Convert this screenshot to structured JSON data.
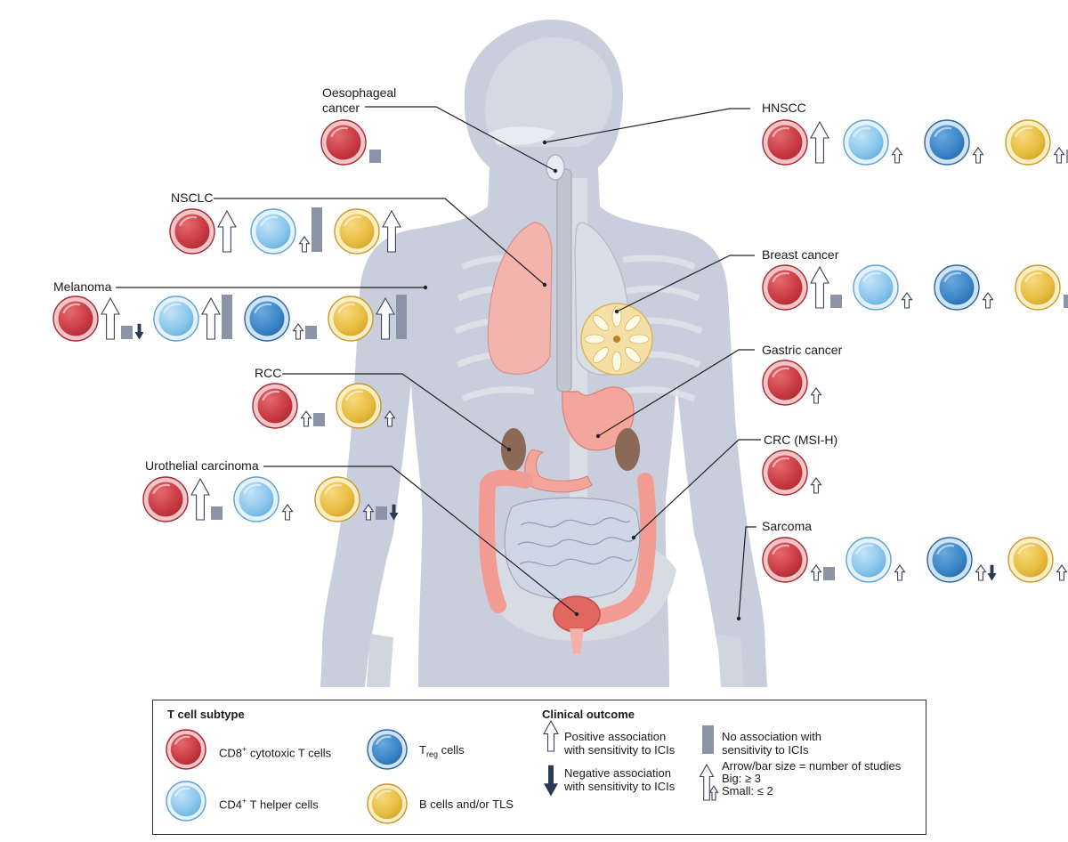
{
  "colors": {
    "cd8": "#d0424a",
    "cd4": "#8fcbef",
    "treg": "#3f8ccf",
    "bcell": "#eec44c",
    "body": "#c7cdd9",
    "skeleton": "#dde1e9",
    "lung_right": "#f4b2ad",
    "lung_left": "#d9dde5",
    "organ_pink": "#f3a49b",
    "kidney": "#8a6a57",
    "bar": "#8b93a6",
    "down_arrow": "#2d3a55"
  },
  "cell_types": {
    "cd8": "cd8",
    "cd4": "cd4",
    "treg": "treg",
    "bcell": "bcell"
  },
  "cancers": [
    {
      "id": "oesophageal",
      "label_lines": [
        "Oesophageal",
        "cancer"
      ],
      "cells": [
        {
          "type": "cd8",
          "markers": [
            "bar-small"
          ]
        }
      ]
    },
    {
      "id": "nsclc",
      "label_lines": [
        "NSCLC"
      ],
      "cells": [
        {
          "type": "cd8",
          "markers": [
            "up-big"
          ]
        },
        {
          "type": "cd4",
          "markers": [
            "up-small",
            "bar-big"
          ]
        },
        {
          "type": "bcell",
          "markers": [
            "up-big"
          ]
        }
      ]
    },
    {
      "id": "melanoma",
      "label_lines": [
        "Melanoma"
      ],
      "cells": [
        {
          "type": "cd8",
          "markers": [
            "up-big",
            "bar-small",
            "down-small"
          ]
        },
        {
          "type": "cd4",
          "markers": [
            "up-big",
            "bar-big"
          ]
        },
        {
          "type": "treg",
          "markers": [
            "up-small",
            "bar-small"
          ]
        },
        {
          "type": "bcell",
          "markers": [
            "up-big",
            "bar-big"
          ]
        }
      ]
    },
    {
      "id": "rcc",
      "label_lines": [
        "RCC"
      ],
      "cells": [
        {
          "type": "cd8",
          "markers": [
            "up-small",
            "bar-small"
          ]
        },
        {
          "type": "bcell",
          "markers": [
            "up-small"
          ]
        }
      ]
    },
    {
      "id": "urothelial",
      "label_lines": [
        "Urothelial carcinoma"
      ],
      "cells": [
        {
          "type": "cd8",
          "markers": [
            "up-big",
            "bar-small"
          ]
        },
        {
          "type": "cd4",
          "markers": [
            "up-small"
          ]
        },
        {
          "type": "bcell",
          "markers": [
            "up-small",
            "bar-small",
            "down-small"
          ]
        }
      ]
    },
    {
      "id": "hnscc",
      "label_lines": [
        "HNSCC"
      ],
      "cells": [
        {
          "type": "cd8",
          "markers": [
            "up-big"
          ]
        },
        {
          "type": "cd4",
          "markers": [
            "up-small"
          ]
        },
        {
          "type": "treg",
          "markers": [
            "up-small"
          ]
        },
        {
          "type": "bcell",
          "markers": [
            "up-small",
            "bar-small"
          ]
        }
      ]
    },
    {
      "id": "breast",
      "label_lines": [
        "Breast cancer"
      ],
      "cells": [
        {
          "type": "cd8",
          "markers": [
            "up-big",
            "bar-small"
          ]
        },
        {
          "type": "cd4",
          "markers": [
            "up-small"
          ]
        },
        {
          "type": "treg",
          "markers": [
            "up-small"
          ]
        },
        {
          "type": "bcell",
          "markers": [
            "bar-small"
          ]
        }
      ]
    },
    {
      "id": "gastric",
      "label_lines": [
        "Gastric cancer"
      ],
      "cells": [
        {
          "type": "cd8",
          "markers": [
            "up-small"
          ]
        }
      ]
    },
    {
      "id": "crc",
      "label_lines": [
        "CRC (MSI-H)"
      ],
      "cells": [
        {
          "type": "cd8",
          "markers": [
            "up-small"
          ]
        }
      ]
    },
    {
      "id": "sarcoma",
      "label_lines": [
        "Sarcoma"
      ],
      "cells": [
        {
          "type": "cd8",
          "markers": [
            "up-small",
            "bar-small"
          ]
        },
        {
          "type": "cd4",
          "markers": [
            "up-small"
          ]
        },
        {
          "type": "treg",
          "markers": [
            "up-small",
            "down-small"
          ]
        },
        {
          "type": "bcell",
          "markers": [
            "up-small"
          ]
        }
      ]
    }
  ],
  "legend": {
    "subtype_title": "T cell subtype",
    "outcome_title": "Clinical outcome",
    "cd8_label": "CD8",
    "cd8_sup": "+",
    "cd8_rest": " cytotoxic T cells",
    "cd4_label": "CD4",
    "cd4_sup": "+",
    "cd4_rest": " T helper cells",
    "treg_label": "T",
    "treg_sub": "reg",
    "treg_rest": " cells",
    "bcell_label": "B cells and/or TLS",
    "positive_line1": "Positive association",
    "positive_line2": "with sensitivity to ICIs",
    "negative_line1": "Negative association",
    "negative_line2": "with sensitivity to ICIs",
    "noassoc_line1": "No association with",
    "noassoc_line2": "sensitivity to ICIs",
    "size_line1": "Arrow/bar size = number of studies",
    "size_line2": "Big: ≥ 3",
    "size_line3": "Small: ≤ 2"
  }
}
